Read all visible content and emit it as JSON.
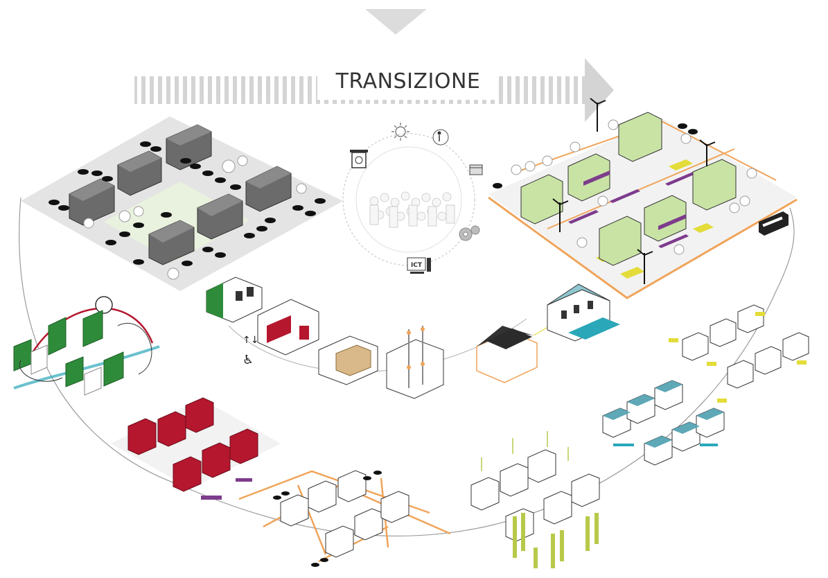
{
  "header": {
    "title": "TRANSIZIONE"
  },
  "palette": {
    "gray_building": "#6b6b6b",
    "green": "#2e8b3a",
    "light_green": "#c9e3a5",
    "red": "#b5172e",
    "orange": "#f0a45a",
    "purple": "#7d3c8c",
    "teal": "#2aa7b8",
    "yellow": "#e3dc3a",
    "lime": "#b8c94a"
  },
  "center_icons": [
    "sun-icon",
    "people-icon",
    "window-icon",
    "gears-icon",
    "ict-computer-icon",
    "recycle-bin-icon"
  ],
  "center_icon_labels": {
    "ict": "ICT"
  },
  "scenes": [
    "car-dominated-block",
    "green-sustainable-block",
    "green-corridor-scene",
    "red-housing-scene",
    "orange-grid-scene",
    "wind-energy-scene",
    "teal-roof-scene",
    "yellow-accent-scene"
  ],
  "retrofit_steps": [
    "green-module",
    "red-accessibility-module",
    "insulation-module",
    "plumbing-module",
    "solar-roof-module",
    "teal-roof-module"
  ]
}
